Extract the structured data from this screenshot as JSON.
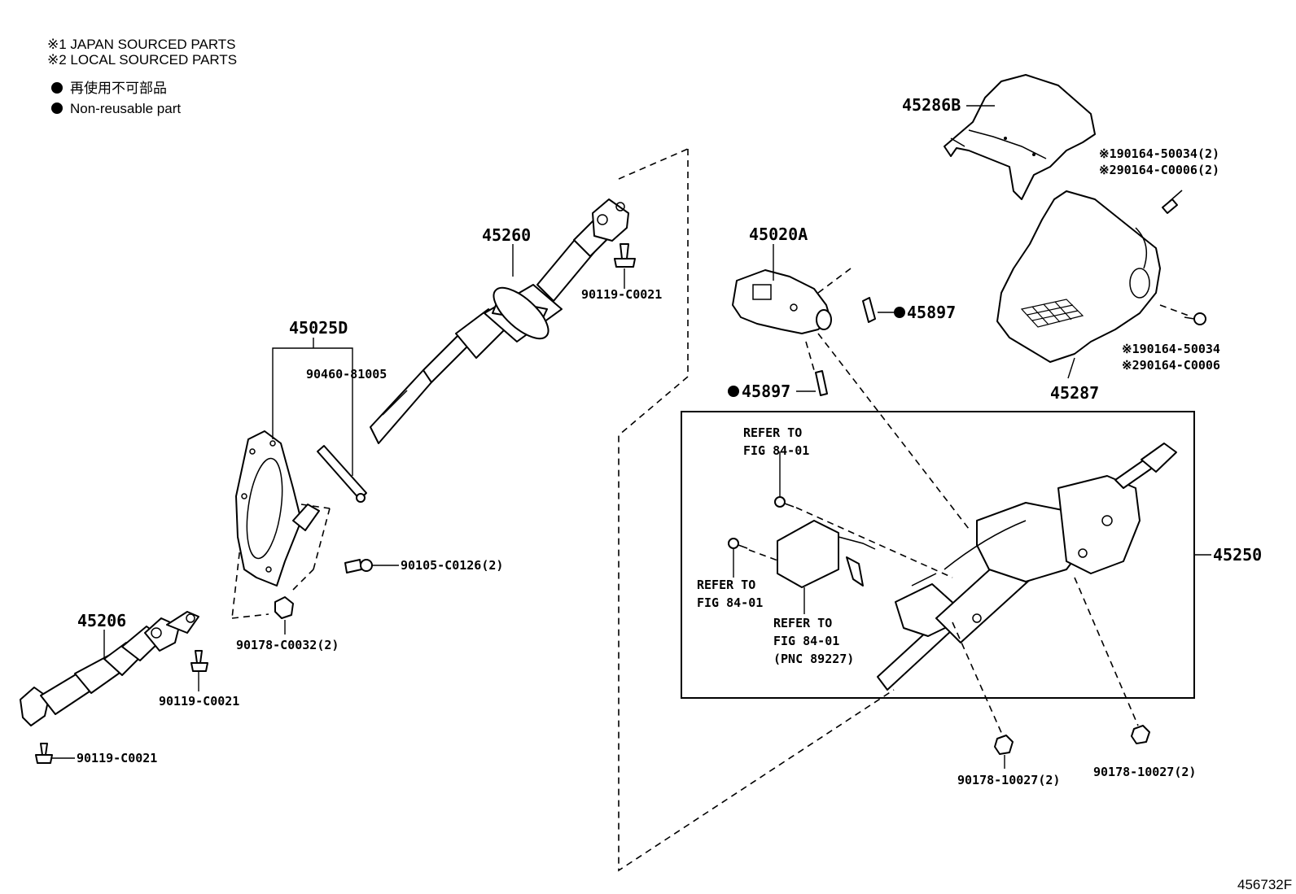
{
  "legend": {
    "japan_sourced": "※1 JAPAN SOURCED PARTS",
    "local_sourced": "※2 LOCAL SOURCED PARTS",
    "non_reusable_jp": "再使用不可部品",
    "non_reusable_en": "Non-reusable part"
  },
  "parts": {
    "p45286b": "45286B",
    "p45287": "45287",
    "p45260": "45260",
    "p45020a": "45020A",
    "p45025d": "45025D",
    "p45206": "45206",
    "p45250": "45250",
    "p45897_a": "45897",
    "p45897_b": "45897",
    "s90119_a": "90119-C0021",
    "s90119_b": "90119-C0021",
    "s90119_c": "90119-C0021",
    "s90460": "90460-81005",
    "s90105": "90105-C0126(2)",
    "s90178_c0032": "90178-C0032(2)",
    "s90178_10027_a": "90178-10027(2)",
    "s90178_10027_b": "90178-10027(2)",
    "screw_top_1": "※190164-50034(2)",
    "screw_top_2": "※290164-C0006(2)",
    "screw_bot_1": "※190164-50034",
    "screw_bot_2": "※290164-C0006"
  },
  "refers": {
    "r1_line1": "REFER TO",
    "r1_line2": "FIG 84-01",
    "r2_line1": "REFER TO",
    "r2_line2": "FIG 84-01",
    "r3_line1": "REFER TO",
    "r3_line2": "FIG 84-01",
    "r3_line3": "(PNC 89227)"
  },
  "figure_id": "456732F"
}
